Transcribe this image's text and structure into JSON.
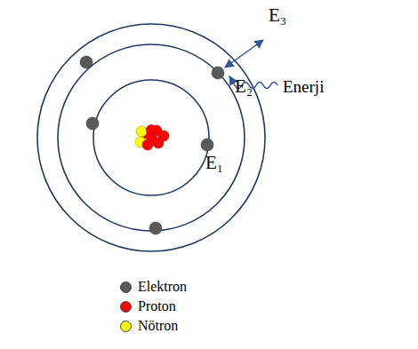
{
  "diagram": {
    "labels": [
      "E₃",
      "E₂",
      "E₁",
      "Enerji"
    ],
    "legend": [
      {
        "text": "Elektron",
        "color": "#595959"
      },
      {
        "text": "Proton",
        "color": "#ff0000"
      },
      {
        "text": "Nötron",
        "color": "#ffff00"
      }
    ]
  }
}
